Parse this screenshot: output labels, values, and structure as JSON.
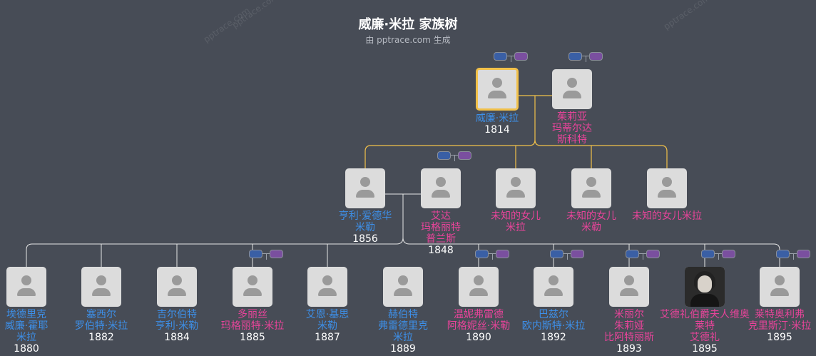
{
  "header": {
    "title": "威廉·米拉 家族树",
    "subtitle": "由 pptrace.com 生成",
    "watermark": "pptrace.com"
  },
  "colors": {
    "background": "#474c56",
    "male": "#3d8fe8",
    "female": "#e8449a",
    "selected_border": "#f2c14a",
    "line_ancestors": "#f2c14a",
    "line_descendants": "#ffffff"
  },
  "generations": [
    {
      "people": [
        {
          "id": "p1",
          "name": [
            "威廉·米拉"
          ],
          "year": "1814",
          "gender": "m",
          "selected": true,
          "controls": true
        },
        {
          "id": "p2",
          "name": [
            "茱莉亚",
            "玛蒂尔达",
            "斯科特"
          ],
          "year": "",
          "gender": "f",
          "controls": true
        }
      ]
    },
    {
      "people": [
        {
          "id": "p3",
          "name": [
            "亨利·爱德华",
            "米勒"
          ],
          "year": "1856",
          "gender": "m"
        },
        {
          "id": "p4",
          "name": [
            "艾达",
            "玛格丽特",
            "普兰斯"
          ],
          "year": "1848",
          "gender": "f",
          "controls": true
        },
        {
          "id": "p5",
          "name": [
            "未知的女儿",
            "米拉"
          ],
          "year": "",
          "gender": "f"
        },
        {
          "id": "p6",
          "name": [
            "未知的女儿",
            "米勒"
          ],
          "year": "",
          "gender": "f"
        },
        {
          "id": "p7",
          "name": [
            "未知的女儿米拉"
          ],
          "year": "",
          "gender": "f"
        }
      ]
    },
    {
      "people": [
        {
          "id": "c1",
          "name": [
            "埃德里克",
            "威廉·霍耶",
            "米拉"
          ],
          "year": "1880",
          "gender": "m"
        },
        {
          "id": "c2",
          "name": [
            "塞西尔",
            "罗伯特·米拉"
          ],
          "year": "1882",
          "gender": "m"
        },
        {
          "id": "c3",
          "name": [
            "吉尔伯特",
            "亨利·米勒"
          ],
          "year": "1884",
          "gender": "m"
        },
        {
          "id": "c4",
          "name": [
            "多丽丝",
            "玛格丽特·米拉"
          ],
          "year": "1885",
          "gender": "f",
          "controls": true
        },
        {
          "id": "c5",
          "name": [
            "艾恩·基思",
            "米勒"
          ],
          "year": "1887",
          "gender": "m"
        },
        {
          "id": "c6",
          "name": [
            "赫伯特",
            "弗雷德里克",
            "米拉"
          ],
          "year": "1889",
          "gender": "m"
        },
        {
          "id": "c7",
          "name": [
            "温妮弗雷德",
            "阿格妮丝·米勒"
          ],
          "year": "1890",
          "gender": "f",
          "controls": true
        },
        {
          "id": "c8",
          "name": [
            "巴兹尔",
            "欧内斯特·米拉"
          ],
          "year": "1892",
          "gender": "m",
          "controls": true
        },
        {
          "id": "c9",
          "name": [
            "米丽尔",
            "朱莉娅",
            "比阿特丽斯"
          ],
          "year": "1893",
          "gender": "f",
          "controls": true
        },
        {
          "id": "c10",
          "name": [
            "艾德礼伯爵夫人维奥莱特",
            "艾德礼"
          ],
          "year": "1895",
          "gender": "f",
          "photo": true,
          "controls": true
        },
        {
          "id": "c11",
          "name": [
            "莱特奥利弗",
            "克里斯汀·米拉"
          ],
          "year": "1895",
          "gender": "f",
          "controls": true
        }
      ]
    }
  ]
}
